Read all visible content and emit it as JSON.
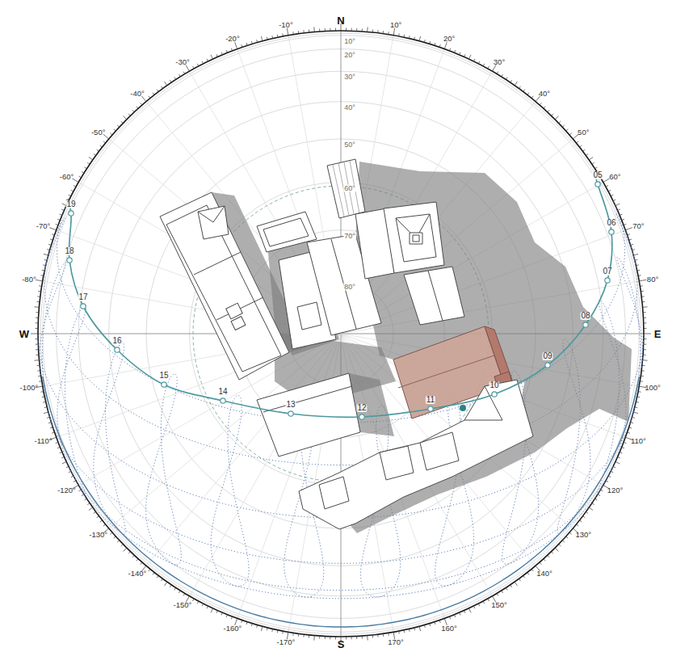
{
  "diagram": {
    "labels": [
      "N",
      "E",
      "S",
      "W",
      "10°",
      "20°",
      "30°",
      "40°",
      "50°",
      "60°",
      "70°",
      "80°",
      "100°",
      "110°",
      "120°",
      "130°",
      "140°",
      "150°",
      "160°",
      "170°",
      "-10°",
      "-20°",
      "-30°",
      "-40°",
      "-50°",
      "-60°",
      "-70°",
      "-80°",
      "-100°",
      "-110°",
      "-120°",
      "-130°",
      "-140°",
      "-150°",
      "-160°",
      "-170°",
      "10°",
      "20°",
      "30°",
      "40°",
      "50°",
      "60°",
      "70°",
      "80°",
      "05",
      "06",
      "07",
      "08",
      "09",
      "10",
      "11",
      "12",
      "13",
      "14",
      "15",
      "16",
      "17",
      "18",
      "19"
    ]
  }
}
